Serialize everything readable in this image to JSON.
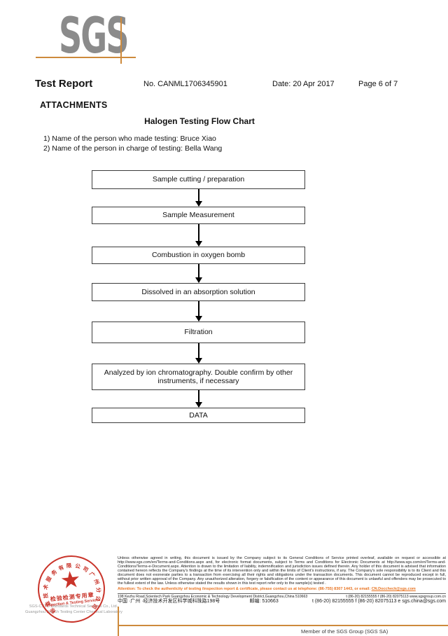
{
  "logo": {
    "text": "SGS"
  },
  "header": {
    "title": "Test Report",
    "report_no": "No. CANML1706345901",
    "date": "Date: 20 Apr 2017",
    "page": "Page 6 of 7"
  },
  "attachments": {
    "heading": "ATTACHMENTS",
    "chart_title": "Halogen Testing Flow Chart",
    "notes": [
      "1) Name of the person who made testing: Bruce Xiao",
      "2) Name of the person in charge of testing: Bella Wang"
    ]
  },
  "flowchart": {
    "steps": [
      {
        "label": "Sample cutting / preparation"
      },
      {
        "label": "Sample Measurement"
      },
      {
        "label": "Combustion in oxygen bomb"
      },
      {
        "label": "Dissolved in an absorption solution"
      },
      {
        "label": "Filtration"
      },
      {
        "label": "Analyzed by ion chromatography. Double confirm by other instruments, if necessary"
      },
      {
        "label": "DATA"
      }
    ]
  },
  "stamp": {
    "arc_text": "标准技术服务有限公司广州分公司",
    "center_star": "★",
    "line_cn": "检验检测专用章",
    "line_en": "Inspection & Testing Services",
    "color": "#c9342a"
  },
  "footer": {
    "company_line1": "SGS-CSTC Standards Technical Services Co., Ltd.",
    "company_line2": "Guangzhou Branch Testing Center Chemical Laboratory",
    "legal": "Unless otherwise agreed in writing, this document is issued by the Company subject to its General Conditions of Service printed overleaf, available on request or accessible at http://www.sgs.com/en/Terms-and-Conditions.aspx and, for electronic format documents, subject to Terms and Conditions for Electronic Documents at http://www.sgs.com/en/Terms-and-Conditions/Terms-e-Document.aspx. Attention is drawn to the limitation of liability, indemnification and jurisdiction issues defined therein. Any holder of this document is advised that information contained hereon reflects the Company's findings at the time of its intervention only and within the limits of Client's instructions, if any. The Company's sole responsibility is to its Client and this document does not exonerate parties to a transaction from exercising all their rights and obligations under the transaction documents. This document cannot be reproduced except in full, without prior written approval of the Company. Any unauthorized alteration, forgery or falsification of the content or appearance of this document is unlawful and offenders may be prosecuted to the fullest extent of the law. Unless otherwise stated the results shown in this test report refer only to the sample(s) tested .",
    "attention_prefix": "Attention: To check the authenticity of testing /inspection report & certificate, please contact us at telephone: (86-755) 8307 1443, or email: ",
    "attention_email": "CN.Doccheck@sgs.com",
    "address_en": "198 Kezhu Road,Scientech Park Guangzhou Economic & Technology Development District,Guangzhou,China 510663",
    "address_en_contact": "t (86-20) 82155555   f (86-20) 82075113   www.sgsgroup.com.cn",
    "address_cn": "中国 ·广州 ·经济技术开发区科学城科珠路198号",
    "address_cn_postcode": "邮编: 510663",
    "address_cn_contact": "t (86-20) 82155555   f (86-20) 82075113   e sgs.china@sgs.com",
    "member": "Member of the SGS Group (SGS SA)"
  },
  "colors": {
    "accent_orange": "#cd8a3c",
    "attention_orange": "#e87320",
    "stamp_red": "#c9342a",
    "logo_gray": "#8b8b8b"
  }
}
